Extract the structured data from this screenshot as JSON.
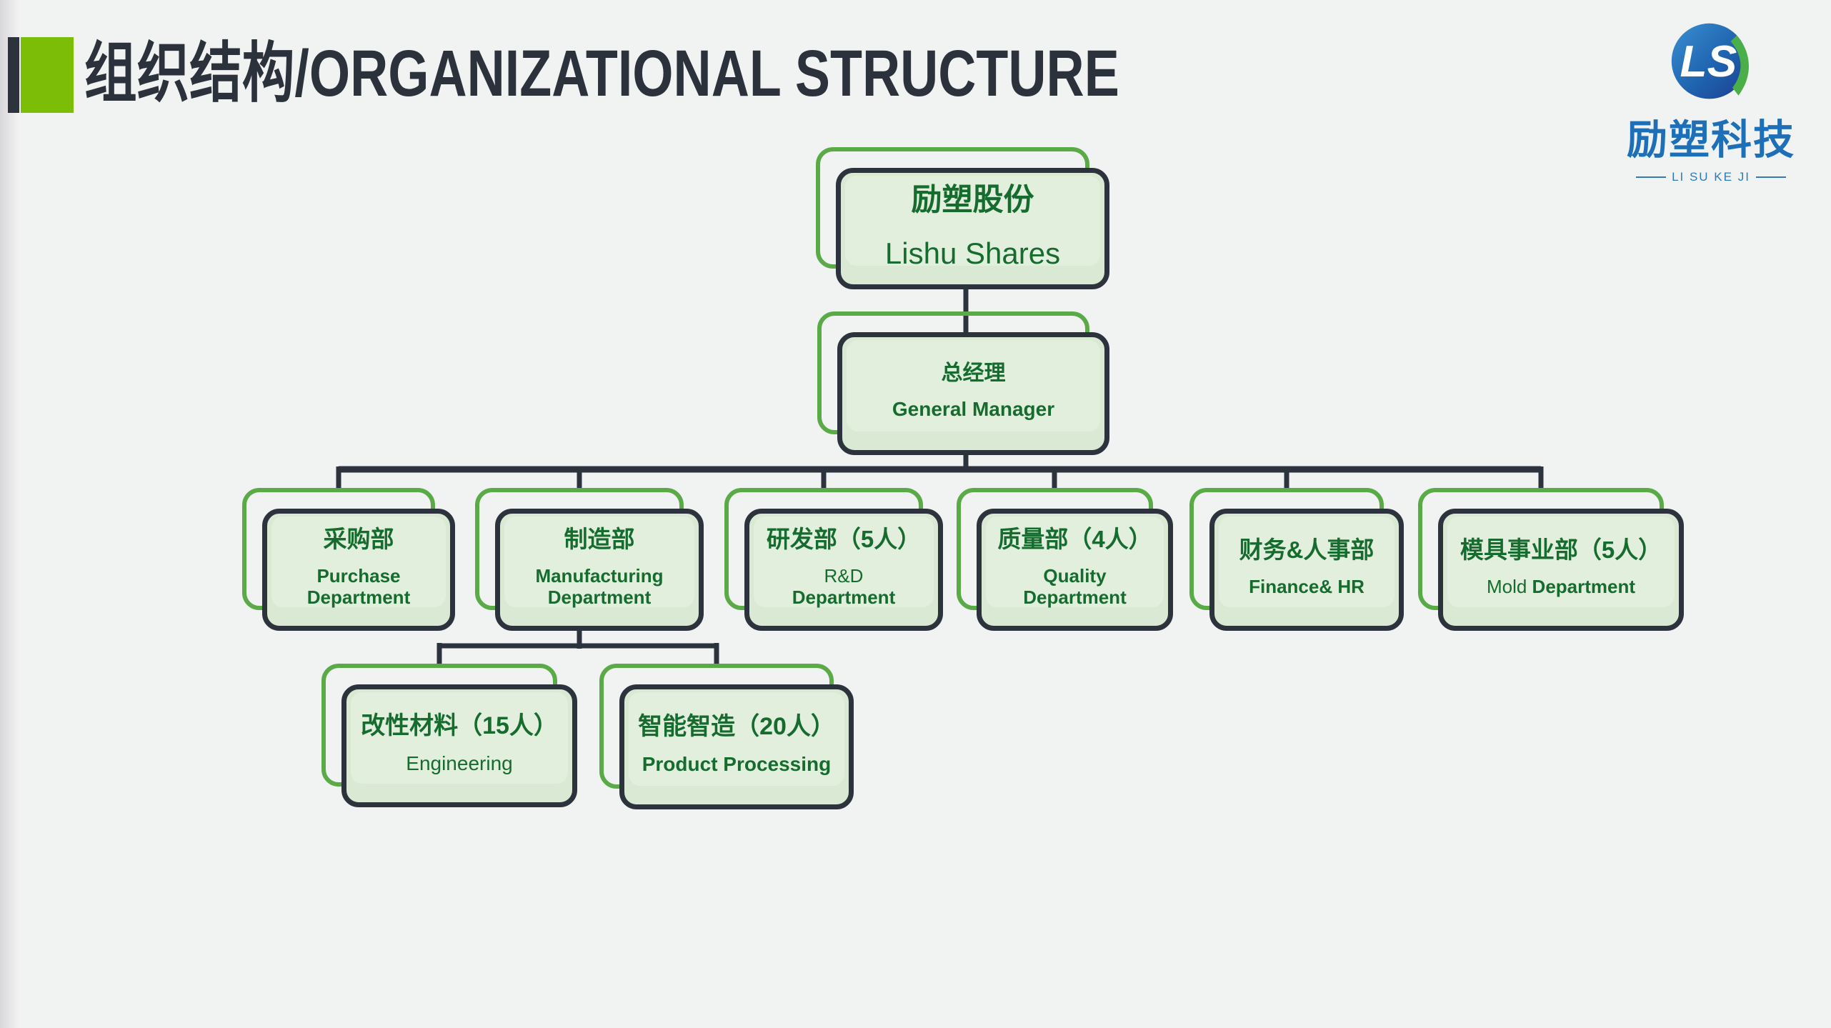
{
  "slide": {
    "title": "组织结构/ORGANIZATIONAL STRUCTURE"
  },
  "logo": {
    "monogram": "LS",
    "company_name": "励塑科技",
    "tagline": "LI SU KE JI"
  },
  "org": {
    "root": {
      "cn": "励塑股份",
      "en": "Lishu Shares"
    },
    "manager": {
      "cn": "总经理",
      "en": "General Manager"
    },
    "departments": [
      {
        "cn": "采购部",
        "en_line1": "Purchase",
        "en_line2": "Department"
      },
      {
        "cn": "制造部",
        "en_line1": "Manufacturing",
        "en_line2": "Department"
      },
      {
        "cn": "研发部（5人）",
        "en_line1": "R&D",
        "en_line2": "Department"
      },
      {
        "cn": "质量部（4人）",
        "en_line1": "Quality",
        "en_line2": "Department"
      },
      {
        "cn": "财务&人事部",
        "en_line1": "Finance& HR"
      },
      {
        "cn": "模具事业部（5人）",
        "en_line1": "Mold",
        "en_line2": "Department"
      }
    ],
    "subunits": [
      {
        "cn": "改性材料（15人）",
        "en_line1": "Engineering"
      },
      {
        "cn": "智能智造（20人）",
        "en_line1": "Product Processing"
      }
    ]
  },
  "colors": {
    "background": "#f1f2f2",
    "title_text": "#2c323c",
    "accent_green": "#7cbd07",
    "accent_charcoal": "#2d333d",
    "box_fill": "#d9e9d4",
    "box_inner_fill": "#e1efdc",
    "box_border_dark": "#2d333d",
    "box_border_green": "#5aab47",
    "text_green": "#166c2f",
    "connector": "#2d333d",
    "logo_blue": "#1d6fb8"
  }
}
